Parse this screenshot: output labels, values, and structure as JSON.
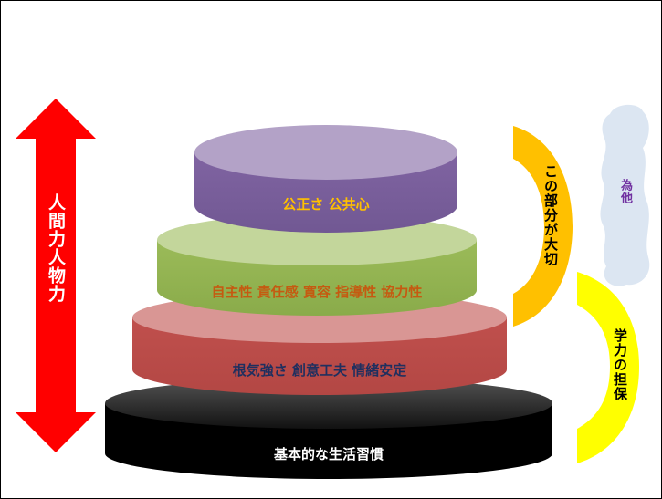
{
  "diagram": {
    "arrow_label": "人間力人物力",
    "layers": [
      {
        "label": "公正さ 公共心"
      },
      {
        "label": "自主性 責任感 寛容 指導性 協力性"
      },
      {
        "label": "根気強さ 創意工夫 情緒安定"
      },
      {
        "label": "基本的な生活習慣"
      }
    ],
    "bracket_upper_label": "この部分が大切",
    "bracket_lower_label": "学力の担保",
    "cloud_label": "為他"
  },
  "colors": {
    "arrow": "#ff0000",
    "layer_top": "#8064a2",
    "layer_second": "#9bbb59",
    "layer_third": "#c0504d",
    "layer_base": "#000000",
    "bracket_upper": "#ffc000",
    "bracket_lower": "#ffff00",
    "cloud": "#dce6f2"
  }
}
